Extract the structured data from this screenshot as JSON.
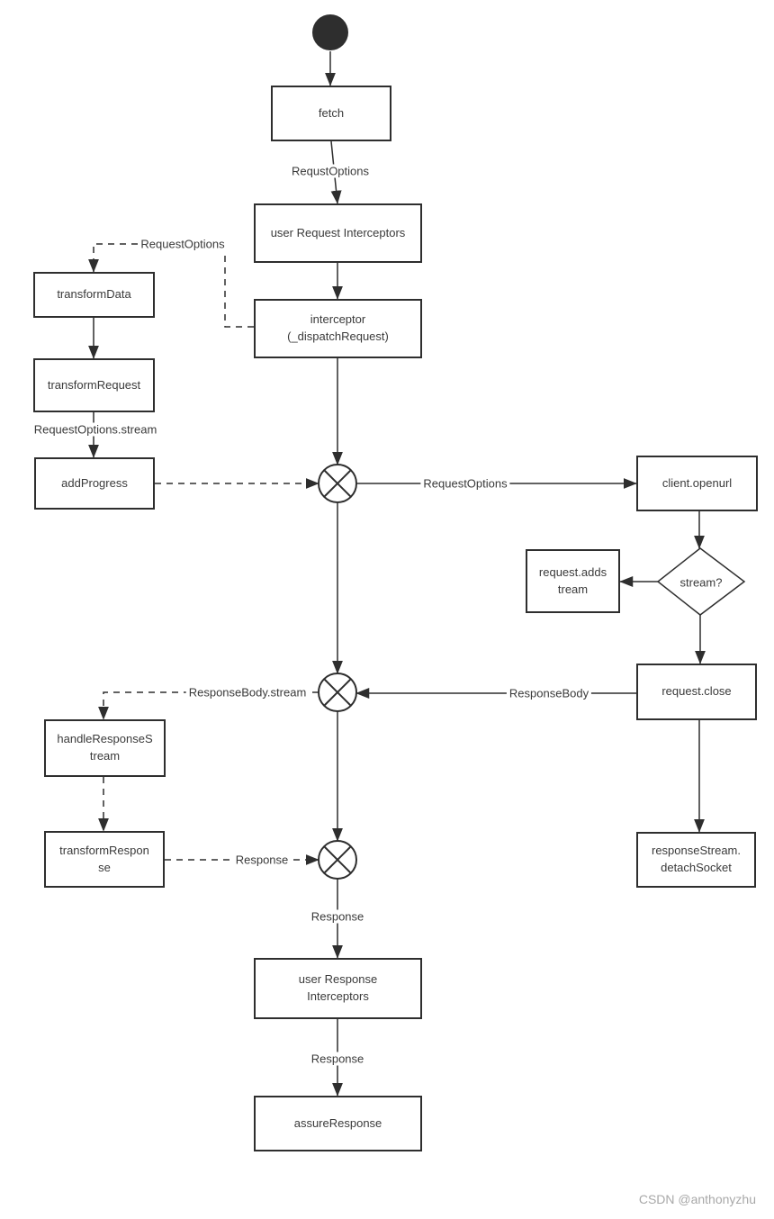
{
  "colors": {
    "stroke": "#2e2e2e",
    "text": "#3a3a3a",
    "background": "#ffffff",
    "watermark": "#a8a8a8"
  },
  "symbols": {
    "start": "filled-circle",
    "junction": "crossed-circle",
    "decision": "diamond"
  },
  "nodes": [
    {
      "id": "fetch",
      "lines": [
        "fetch"
      ]
    },
    {
      "id": "user-request-interceptors",
      "lines": [
        "user Request Interceptors"
      ]
    },
    {
      "id": "interceptor-dispatch-request",
      "lines": [
        "interceptor",
        "(_dispatchRequest)"
      ]
    },
    {
      "id": "transform-data",
      "lines": [
        "transformData"
      ]
    },
    {
      "id": "transform-request",
      "lines": [
        "transformRequest"
      ]
    },
    {
      "id": "add-progress",
      "lines": [
        "addProgress"
      ]
    },
    {
      "id": "client-openurl",
      "lines": [
        "client.openurl"
      ]
    },
    {
      "id": "request-addstream",
      "lines": [
        "request.adds",
        "tream"
      ]
    },
    {
      "id": "request-close",
      "lines": [
        "request.close"
      ]
    },
    {
      "id": "response-stream-detach-socket",
      "lines": [
        "responseStream.",
        "detachSocket"
      ]
    },
    {
      "id": "handle-response-stream",
      "lines": [
        "handleResponseS",
        "tream"
      ]
    },
    {
      "id": "transform-response",
      "lines": [
        "transformRespon",
        "se"
      ]
    },
    {
      "id": "user-response-interceptors",
      "lines": [
        "user Response",
        "Interceptors"
      ]
    },
    {
      "id": "assure-response",
      "lines": [
        "assureResponse"
      ]
    }
  ],
  "decision": {
    "label": "stream?"
  },
  "edge_labels": {
    "fetch_to_request_interceptors": "RequstOptions",
    "interceptor_to_transform_data": "RequestOptions",
    "transform_request_to_add_progress": "RequestOptions.stream",
    "junction1_to_client_openurl": "RequestOptions",
    "request_close_to_junction2": "ResponseBody",
    "junction2_to_handle_response_stream": "ResponseBody.stream",
    "transform_response_to_junction3": "Response",
    "junction3_to_response_interceptors": "Response",
    "response_interceptors_to_assure": "Response"
  },
  "watermark": {
    "text": "CSDN @anthonyzhu"
  }
}
